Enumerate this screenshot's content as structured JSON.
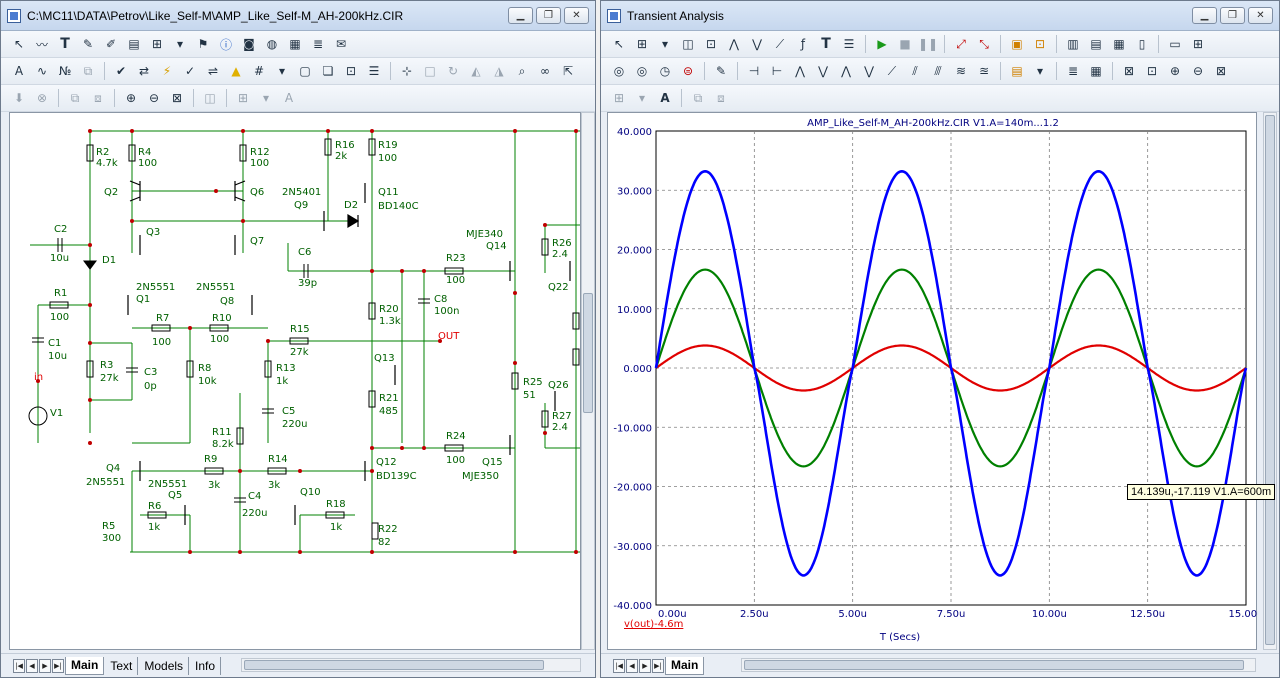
{
  "schematic": {
    "title": "C:\\MC11\\DATA\\Petrov\\Like_Self-M\\AMP_Like_Self-M_AH-200kHz.CIR",
    "tabs": [
      "Main",
      "Text",
      "Models",
      "Info"
    ],
    "labels": {
      "R2": "R2",
      "R2v": "4.7k",
      "R4": "R4",
      "R4v": "100",
      "R12": "R12",
      "R12v": "100",
      "R16": "R16",
      "R16v": "2k",
      "R19": "R19",
      "R19v": "100",
      "Q2": "Q2",
      "Q6": "Q6",
      "Q9t": "2N5401",
      "Q9": "Q9",
      "D2": "D2",
      "Q11": "Q11",
      "Q11t": "BD140C",
      "C2": "C2",
      "C2v": "10u",
      "Q3": "Q3",
      "Q7": "Q7",
      "C6": "C6",
      "C6v": "39p",
      "Q14t": "MJE340",
      "Q14": "Q14",
      "R26": "R26",
      "R26v": "2.4",
      "Q22": "Q22",
      "D1": "D1",
      "R23": "R23",
      "R23v": "100",
      "Q1t": "2N5551",
      "Q1": "Q1",
      "Q8t": "2N5551",
      "Q8": "Q8",
      "R1": "R1",
      "R1v": "100",
      "R20": "R20",
      "R20v": "1.3k",
      "C8": "C8",
      "C8v": "100n",
      "R7": "R7",
      "R7v": "100",
      "R10": "R10",
      "R10v": "100",
      "R15": "R15",
      "R15v": "27k",
      "OUT": "OUT",
      "C1": "C1",
      "C1v": "10u",
      "R3": "R3",
      "R3v": "27k",
      "C3": "C3",
      "C3v": "0p",
      "R8": "R8",
      "R8v": "10k",
      "R13": "R13",
      "R13v": "1k",
      "Q13": "Q13",
      "in": "in",
      "V1": "V1",
      "R21": "R21",
      "R21v": "485",
      "R25": "R25",
      "R25v": "51",
      "Q26": "Q26",
      "C5": "C5",
      "C5v": "220u",
      "R27": "R27",
      "R27v": "2.4",
      "R11": "R11",
      "R11v": "8.2k",
      "R24": "R24",
      "R24v": "100",
      "Q4": "Q4",
      "Q4t": "2N5551",
      "R9": "R9",
      "R9v": "3k",
      "R14": "R14",
      "R14v": "3k",
      "Q12": "Q12",
      "Q12t": "BD139C",
      "Q15": "Q15",
      "Q15t": "MJE350",
      "Q5t": "2N5551",
      "Q5": "Q5",
      "Q10": "Q10",
      "R6": "R6",
      "R6v": "1k",
      "C4": "C4",
      "C4v": "220u",
      "R18": "R18",
      "R18v": "1k",
      "R5": "R5",
      "R5v": "300",
      "R22": "R22",
      "R22v": "82"
    }
  },
  "transient": {
    "title": "Transient Analysis",
    "tabs": [
      "Main"
    ],
    "plot_title": "AMP_Like_Self-M_AH-200kHz.CIR V1.A=140m...1.2",
    "xlabel": "T (Secs)",
    "trace_label": "v(out)-4.6m",
    "cursor_readout": "14.139u,-17.119 V1.A=600m",
    "colors": {
      "blue": "#0000ff",
      "green": "#008000",
      "red": "#e00000",
      "grid": "#808080"
    }
  },
  "chart_data": {
    "type": "line",
    "title": "AMP_Like_Self-M_AH-200kHz.CIR V1.A=140m...1.2",
    "xlabel": "T (Secs)",
    "ylabel": "",
    "x_ticks": [
      "0.00u",
      "2.50u",
      "5.00u",
      "7.50u",
      "10.00u",
      "12.50u",
      "15.00u"
    ],
    "y_ticks": [
      "40.000",
      "30.000",
      "20.000",
      "10.000",
      "0.000",
      "-10.000",
      "-20.000",
      "-30.000",
      "-40.000"
    ],
    "xlim": [
      0,
      15
    ],
    "ylim": [
      -40,
      40
    ],
    "x_unit": "u",
    "grid": true,
    "series": [
      {
        "color": "#e00000",
        "amplitude": 3.8,
        "period_us": 5.0,
        "peaks_us": [
          1.25,
          6.25,
          11.25
        ],
        "troughs_us": [
          3.75,
          8.75,
          13.75
        ]
      },
      {
        "color": "#008000",
        "amplitude": 16.6,
        "period_us": 5.0,
        "peaks_us": [
          1.25,
          6.25,
          11.25
        ],
        "troughs_us": [
          3.75,
          8.75,
          13.75
        ]
      },
      {
        "color": "#0000ff",
        "peak": 33.2,
        "trough": -35.0,
        "period_us": 5.0,
        "peaks_us": [
          1.25,
          6.25,
          11.25
        ],
        "troughs_us": [
          3.9,
          8.9,
          13.9
        ]
      }
    ]
  }
}
